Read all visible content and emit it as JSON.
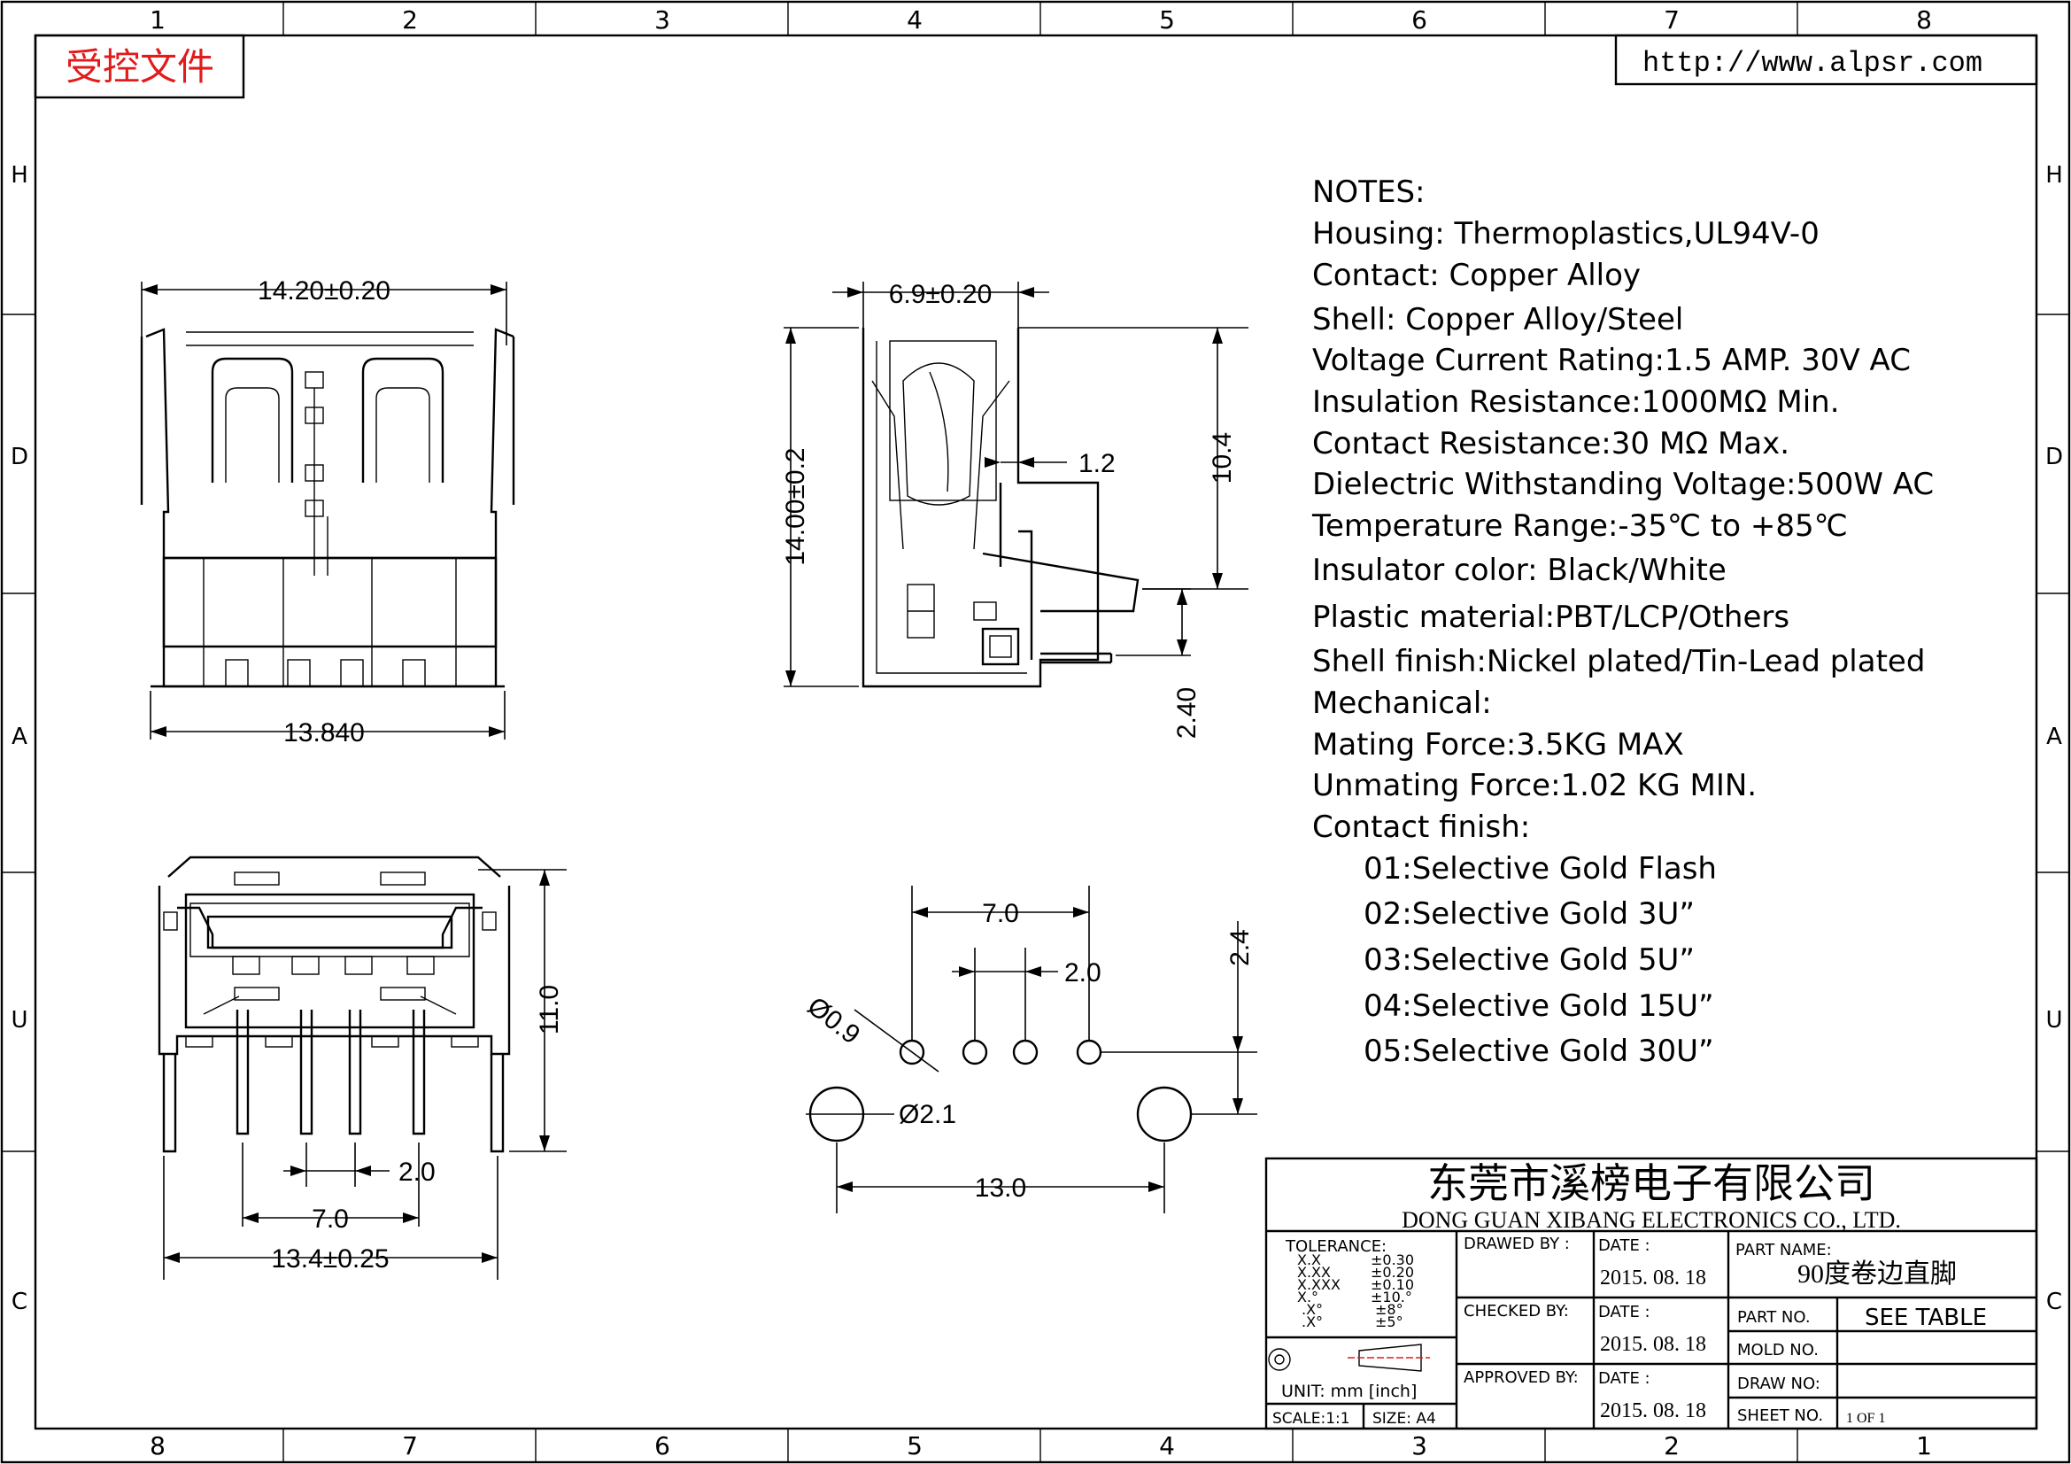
{
  "frame": {
    "col_labels_top": [
      "1",
      "2",
      "3",
      "4",
      "5",
      "6",
      "7",
      "8"
    ],
    "col_labels_bottom": [
      "8",
      "7",
      "6",
      "5",
      "4",
      "3",
      "2",
      "1"
    ],
    "row_labels": [
      "H",
      "D",
      "A",
      "U",
      "C"
    ]
  },
  "stamp": {
    "text": "受控文件",
    "color": "#e21b1b"
  },
  "url": {
    "text": "http://www.alpsr.com"
  },
  "notes": {
    "heading": "NOTES:",
    "lines": [
      "Housing:  Thermoplastics,UL94V-0",
      "Contact:  Copper  Alloy",
      "Shell:  Copper  Alloy/Steel",
      "Voltage  Current  Rating:1.5  AMP.  30V  AC",
      "Insulation  Resistance:1000MΩ  Min.",
      "Contact  Resistance:30  MΩ  Max.",
      "Dielectric  Withstanding  Voltage:500W  AC",
      "Temperature  Range:-35℃  to  +85℃",
      "Insulator  color:  Black/White",
      "Plastic  material:PBT/LCP/Others",
      "Shell  finish:Nickel  plated/Tin-Lead  plated",
      "Mechanical:",
      "Mating  Force:3.5KG  MAX",
      "Unmating  Force:1.02  KG  MIN.",
      "Contact  finish:"
    ],
    "finish_items": [
      "01:Selective  Gold  Flash",
      "02:Selective  Gold  3U”",
      "03:Selective  Gold  5U”",
      "04:Selective  Gold  15U”",
      "05:Selective  Gold  30U”"
    ]
  },
  "dimensions": {
    "top_width": "14.20±0.20",
    "bottom_width": "13.840",
    "side_width": "6.9±0.20",
    "side_height": "14.00±0.2",
    "side_upper": "10.4",
    "side_tab": "1.2",
    "side_pin": "2.40",
    "front_height": "11.0",
    "front_pitch": "2.0",
    "front_span": "7.0",
    "front_total": "13.4±0.25",
    "pcb_span": "7.0",
    "pcb_pitch": "2.0",
    "pcb_row": "2.4",
    "pcb_small_hole": "Ø0.9",
    "pcb_big_hole": "Ø2.1",
    "pcb_total": "13.0"
  },
  "title_block": {
    "company_cn": "东莞市溪榜电子有限公司",
    "company_en": "DONG  GUAN  XIBANG  ELECTRONICS  CO.,  LTD.",
    "tolerance_label": "TOLERANCE:",
    "tolerance_rows": [
      {
        "k": "X.X",
        "v": "±0.30"
      },
      {
        "k": "X.XX",
        "v": "±0.20"
      },
      {
        "k": "X.XXX",
        "v": "±0.10"
      },
      {
        "k": "X.°",
        "v": "±10.°"
      },
      {
        "k": ".X°",
        "v": "±8°"
      },
      {
        "k": ".X°",
        "v": "±5°"
      }
    ],
    "unit_label": "UNIT:  mm  [inch]",
    "scale_label": "SCALE:1:1",
    "size_label": "SIZE:  A4",
    "drawn_by": "DRAWED  BY :",
    "checked_by": "CHECKED  BY:",
    "approved_by": "APPROVED  BY:",
    "date_label": "DATE  :",
    "date_value": "2015. 08. 18",
    "part_name_label": "PART  NAME:",
    "part_name_value": "90度卷边直脚",
    "part_no_label": "PART  NO.",
    "part_no_value": "SEE  TABLE",
    "mold_no_label": "MOLD  NO.",
    "draw_no_label": "DRAW  NO:",
    "sheet_no_label": "SHEET  NO.",
    "sheet_no_value": "1  OF  1"
  }
}
